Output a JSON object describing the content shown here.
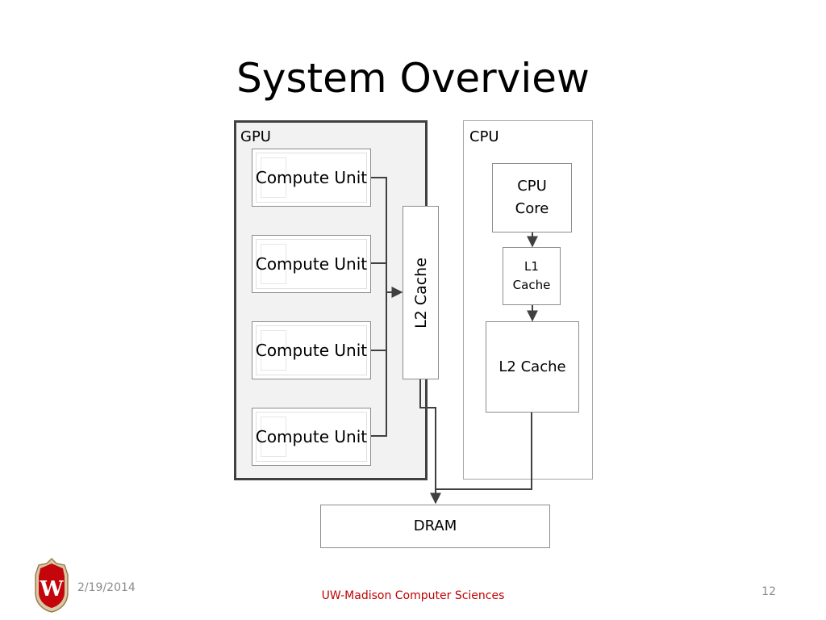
{
  "slide": {
    "title": "System Overview",
    "date": "2/19/2014",
    "footer": "UW-Madison Computer Sciences",
    "page_number": "12"
  },
  "diagram": {
    "gpu": {
      "label": "GPU",
      "compute_units": [
        "Compute Unit",
        "Compute Unit",
        "Compute Unit",
        "Compute Unit"
      ],
      "l2_cache": "L2 Cache"
    },
    "cpu": {
      "label": "CPU",
      "core": "CPU Core",
      "l1_cache": "L1 Cache",
      "l2_cache": "L2 Cache"
    },
    "dram": "DRAM"
  },
  "colors": {
    "gpu_fill": "#f2f2f2",
    "gpu_border": "#404040",
    "line": "#404040",
    "footer_text": "#c00000",
    "logo_red": "#c5050c"
  },
  "icons": {
    "logo": "uw-madison-crest"
  }
}
